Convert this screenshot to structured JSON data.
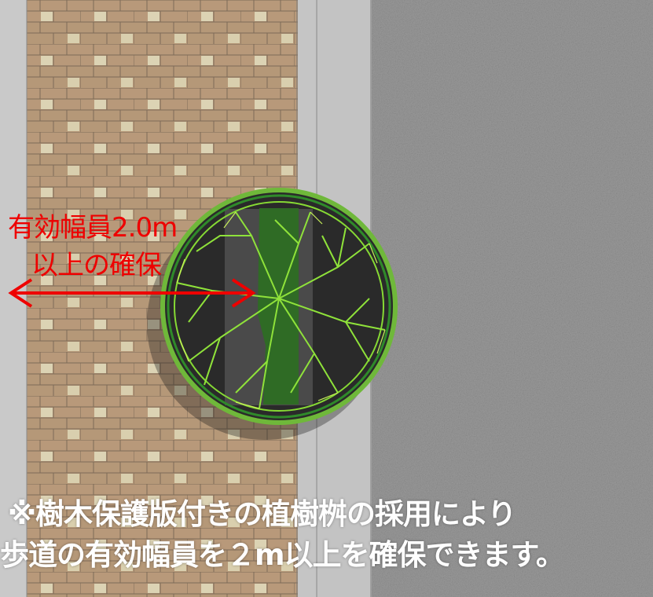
{
  "labels": {
    "effective_width_line1": "有効幅員2.0m",
    "effective_width_line2": "以上の確保",
    "note_line1": "※樹木保護版付きの植樹桝の採用により",
    "note_line2": "歩道の有効幅員を２m以上を確保できます。"
  },
  "colors": {
    "annotation_red": "#ee0000",
    "note_text": "#ffffff",
    "tree_green": "#7fd82a",
    "asphalt": "#8f8f8f",
    "brick": "#b59878"
  }
}
